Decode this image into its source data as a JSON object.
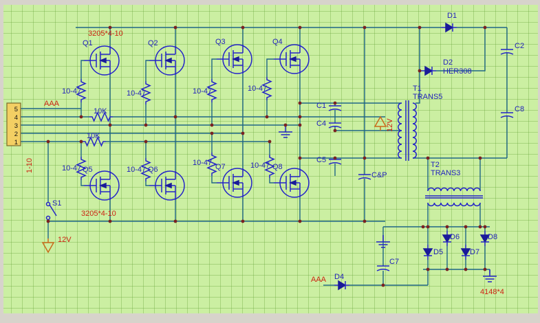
{
  "schematic": {
    "mosfets": {
      "q1": "Q1",
      "q2": "Q2",
      "q3": "Q3",
      "q4": "Q4",
      "q5": "Q5",
      "q6": "Q6",
      "q7": "Q7",
      "q8": "Q8",
      "type_top": "3205*4-10",
      "type_bottom": "3205*4-10"
    },
    "resistors": {
      "gate_value": "10-47",
      "bias_value": "10K"
    },
    "connector": {
      "pins": [
        "5",
        "4",
        "3",
        "2",
        "1"
      ]
    },
    "nets": {
      "aaa_top": "AAA",
      "aaa_bottom": "AAA",
      "fuse": "1-10",
      "supply_left": "12V",
      "supply_center": "12V"
    },
    "switch": {
      "s1": "S1"
    },
    "capacitors": {
      "c1": "C1",
      "c4": "C4",
      "c5": "C5",
      "cp": "C&P",
      "c2": "C2",
      "c8": "C8",
      "c7": "C7"
    },
    "transformers": {
      "t1": "T1",
      "t1_value": "TRANS5",
      "t2": "T2",
      "t2_value": "TRANS3"
    },
    "diodes": {
      "d1": "D1",
      "d2": "D2",
      "d2_value": "HER308",
      "d4": "D4",
      "d5": "D5",
      "d6": "D6",
      "d7": "D7",
      "d8": "D8",
      "bridge_value": "4148*4"
    }
  }
}
